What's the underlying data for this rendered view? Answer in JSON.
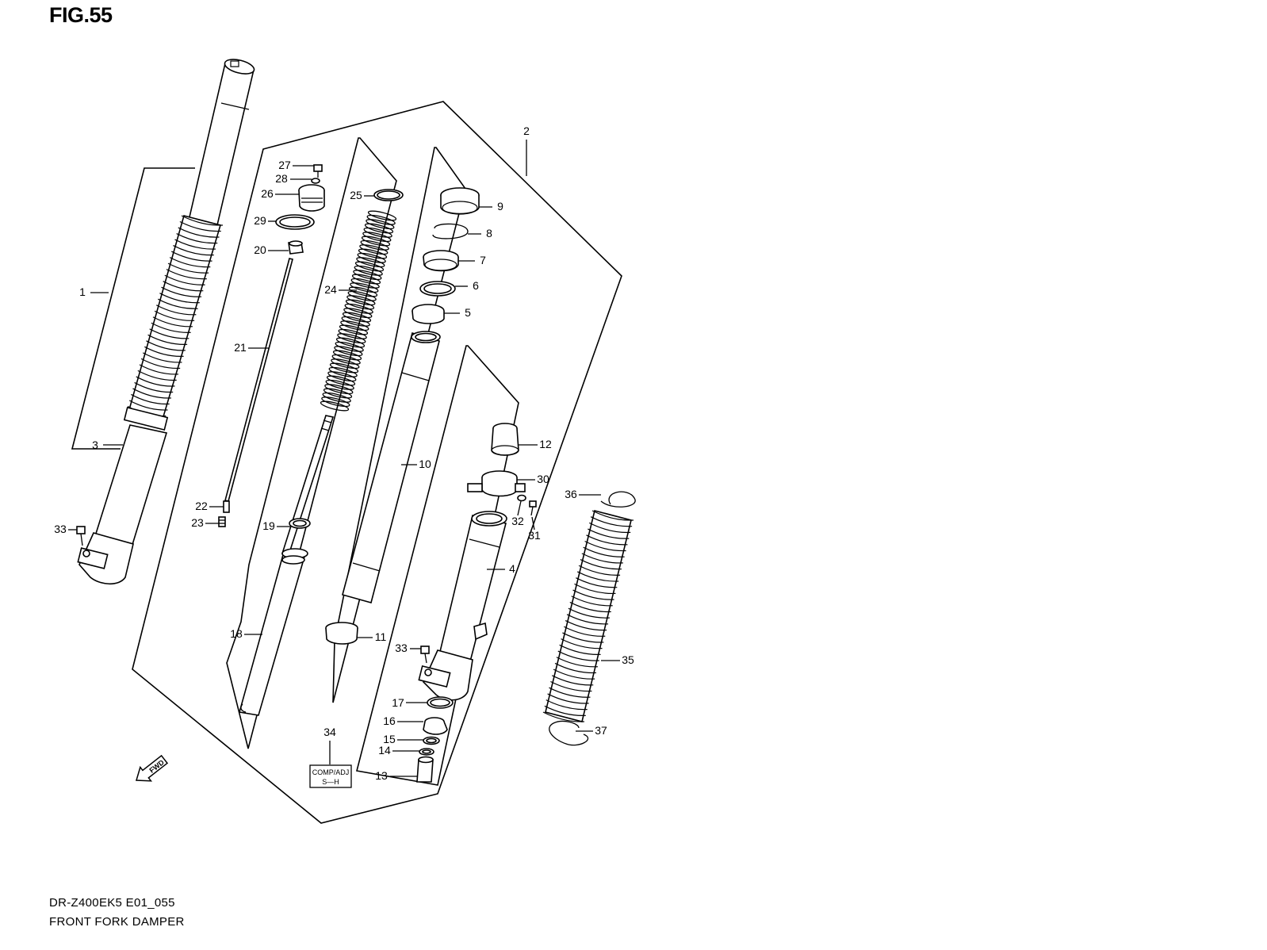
{
  "figure": {
    "title": "FIG.55",
    "model_code": "DR-Z400EK5 E01_055",
    "caption": "FRONT FORK DAMPER"
  },
  "callouts": [
    "1",
    "2",
    "3",
    "4",
    "5",
    "6",
    "7",
    "8",
    "9",
    "10",
    "11",
    "12",
    "13",
    "14",
    "15",
    "16",
    "17",
    "18",
    "19",
    "20",
    "21",
    "22",
    "23",
    "24",
    "25",
    "26",
    "27",
    "28",
    "29",
    "30",
    "31",
    "32",
    "33",
    "33",
    "34",
    "35",
    "36",
    "37"
  ],
  "badge": {
    "line1": "COMP/ADJ",
    "line2": "S—H"
  },
  "arrow": {
    "label": "FWD"
  }
}
